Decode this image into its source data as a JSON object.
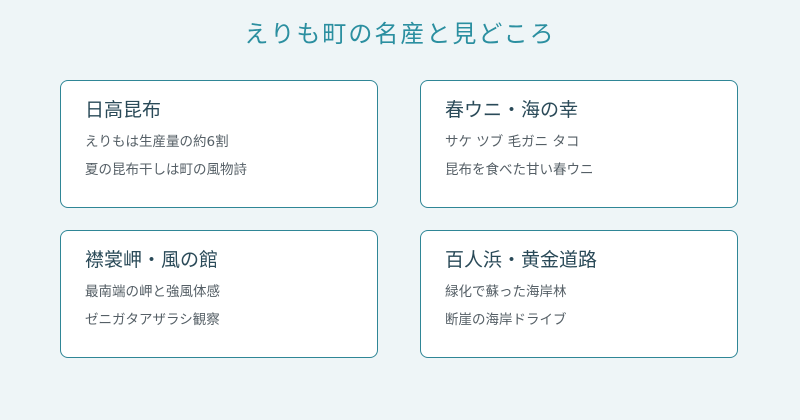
{
  "page": {
    "title": "えりも町の名産と見どころ"
  },
  "cards": [
    {
      "title": "日高昆布",
      "lines": [
        "えりもは生産量の約6割",
        "夏の昆布干しは町の風物詩"
      ]
    },
    {
      "title": "春ウニ・海の幸",
      "lines": [
        "サケ ツブ 毛ガニ タコ",
        "昆布を食べた甘い春ウニ"
      ]
    },
    {
      "title": "襟裳岬・風の館",
      "lines": [
        "最南端の岬と強風体感",
        "ゼニガタアザラシ観察"
      ]
    },
    {
      "title": "百人浜・黄金道路",
      "lines": [
        "緑化で蘇った海岸林",
        "断崖の海岸ドライブ"
      ]
    }
  ],
  "colors": {
    "background": "#eef5f7",
    "title": "#2b8fa0",
    "card_border": "#2f8696",
    "card_title": "#2a4a58",
    "card_text": "#555f66"
  }
}
